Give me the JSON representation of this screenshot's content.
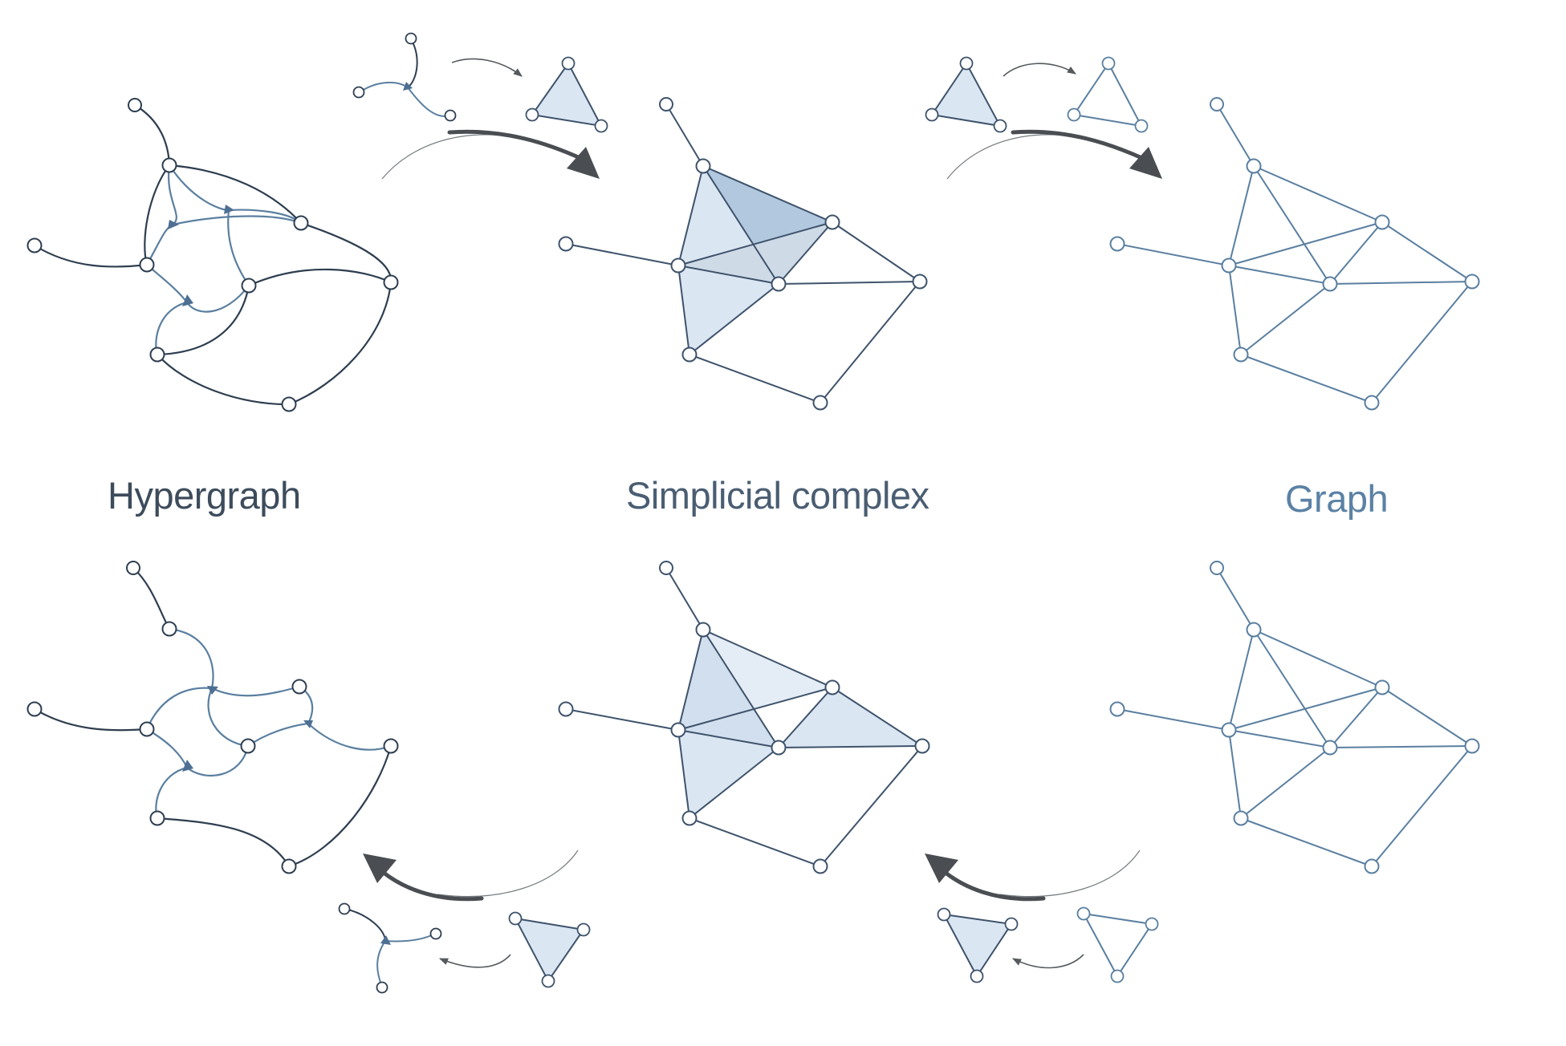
{
  "labels": {
    "hypergraph": "Hypergraph",
    "simplicial": "Simplicial complex",
    "graph": "Graph"
  },
  "colors": {
    "dark": "#2e3e50",
    "blue": "#5a7fa0",
    "fill_light": "#dbe6f3",
    "fill_mid": "#c3d4e8",
    "fill_dark": "#b2c8df",
    "arrow": "#4a4e52",
    "label_dark": "#3d4c5c",
    "label_blue": "#5b82a5"
  },
  "icons": [
    "hyperedge-icon",
    "triangle-filled-icon",
    "triangle-outline-icon",
    "curved-arrow-icon"
  ]
}
